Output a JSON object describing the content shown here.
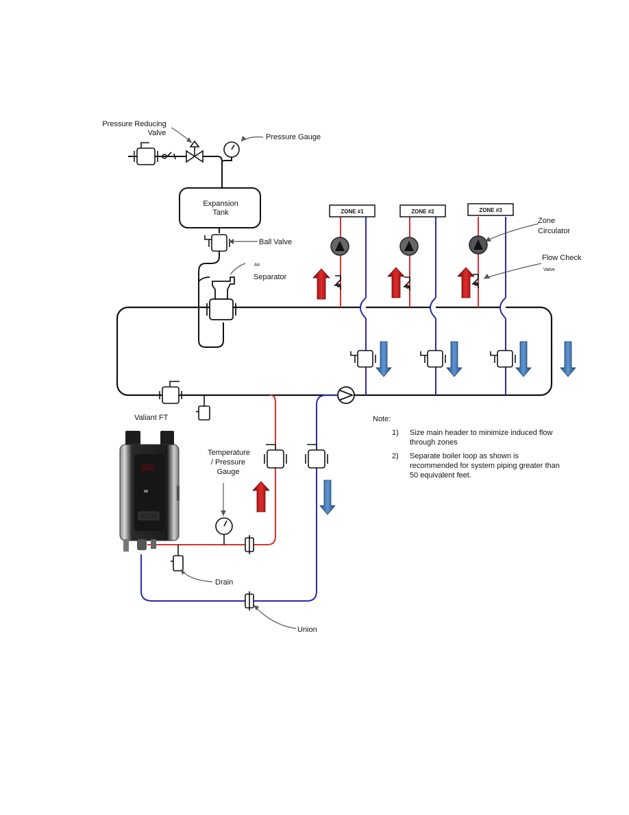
{
  "labels": {
    "pressure_reducing_valve": [
      "Pressure Reducing",
      "Valve"
    ],
    "pressure_gauge": "Pressure Gauge",
    "expansion_tank": [
      "Expansion",
      "Tank"
    ],
    "ball_valve": "Ball Valve",
    "air_separator": [
      "Air",
      "Separator"
    ],
    "zone_circulator": [
      "Zone",
      "Circulator"
    ],
    "flow_check_valve": [
      "Flow Check",
      "Valve"
    ],
    "boiler": "Valiant FT",
    "temp_pressure_gauge": [
      "Temperature",
      "/ Pressure",
      "Gauge"
    ],
    "drain": "Drain",
    "union": "Union"
  },
  "zones": [
    "ZONE #1",
    "ZONE #2",
    "ZONE #3"
  ],
  "note": {
    "title": "Note:",
    "items": [
      {
        "num": "1)",
        "lines": [
          "Size main header to minimize induced flow",
          "through zones"
        ]
      },
      {
        "num": "2)",
        "lines": [
          "Separate boiler loop as shown is",
          "recommended for system piping greater than",
          "50 equivalent feet."
        ]
      }
    ]
  },
  "colors": {
    "supply_pipe": "#d93030",
    "return_pipe": "#2a2aa8",
    "supply_arrow": "#b01515",
    "return_arrow": "#3f6fb0",
    "pipe_black": "#111111",
    "circulator_fill": "#555555"
  }
}
